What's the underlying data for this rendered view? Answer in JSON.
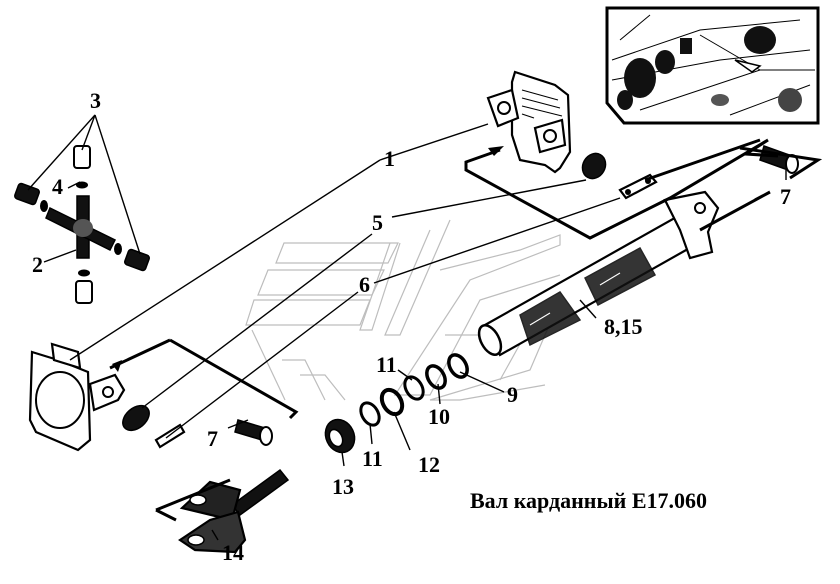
{
  "diagram": {
    "title": "Вал карданный Е17.060",
    "callouts": [
      {
        "id": "1",
        "label": "1",
        "part": "flange-yoke-upper"
      },
      {
        "id": "2",
        "label": "2",
        "part": "cross-spider"
      },
      {
        "id": "3",
        "label": "3",
        "part": "needle-bearing-cups"
      },
      {
        "id": "4",
        "label": "4",
        "part": "seal-ring"
      },
      {
        "id": "5",
        "label": "5",
        "part": "cover-plate"
      },
      {
        "id": "6",
        "label": "6",
        "part": "lock-plate"
      },
      {
        "id": "7a",
        "label": "7",
        "part": "bolt-upper"
      },
      {
        "id": "7b",
        "label": "7",
        "part": "bolt-lower"
      },
      {
        "id": "815",
        "label": "8,15",
        "part": "splined-shaft"
      },
      {
        "id": "9",
        "label": "9",
        "part": "ring"
      },
      {
        "id": "10",
        "label": "10",
        "part": "ring"
      },
      {
        "id": "11a",
        "label": "11",
        "part": "ring-upper"
      },
      {
        "id": "11b",
        "label": "11",
        "part": "ring-lower"
      },
      {
        "id": "12",
        "label": "12",
        "part": "seal"
      },
      {
        "id": "13",
        "label": "13",
        "part": "nut"
      },
      {
        "id": "14",
        "label": "14",
        "part": "slip-yoke"
      }
    ],
    "inset": {
      "label": "",
      "description": "location-on-vehicle"
    }
  }
}
